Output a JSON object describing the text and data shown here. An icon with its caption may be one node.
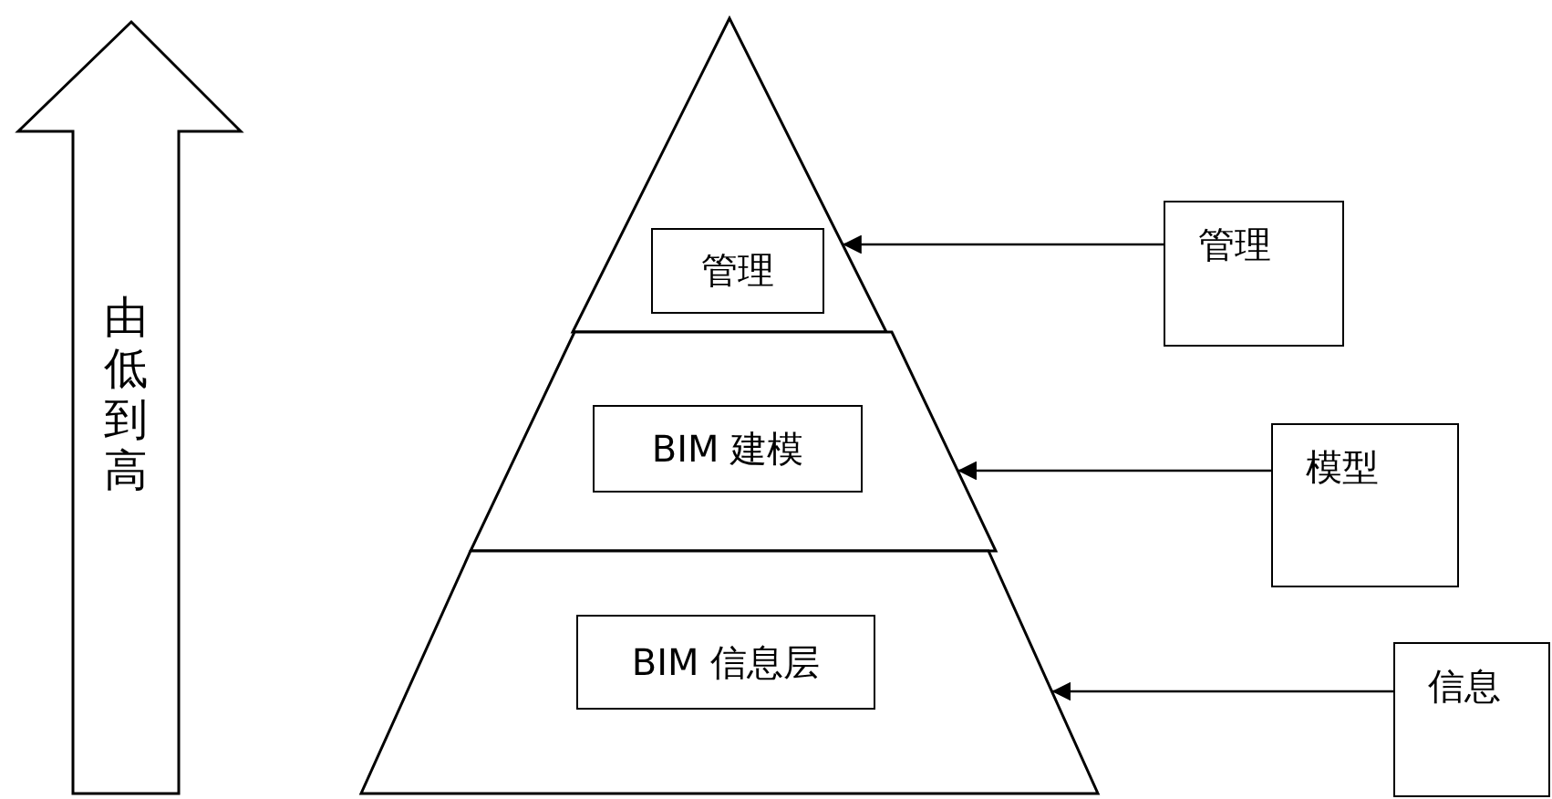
{
  "diagram": {
    "nodes": [
      {
        "text": [],
        "shape": "triangle"
      },
      {
        "text": [
          "管理"
        ],
        "in": 0
      },
      {
        "text": [],
        "shape": "band"
      },
      {
        "text": [
          "BIM 建模"
        ],
        "in": 2
      },
      {
        "text": [],
        "shape": "band"
      },
      {
        "text": [
          "BIM 信息层"
        ],
        "in": 4
      },
      {
        "text": [
          "管理"
        ]
      },
      {
        "text": [
          "模型"
        ]
      },
      {
        "text": [
          "信息"
        ]
      }
    ],
    "edges": [
      {
        "from": 6,
        "to": 0,
        "arrow": "to"
      },
      {
        "from": 7,
        "to": 2,
        "arrow": "to"
      },
      {
        "from": 8,
        "to": 4,
        "arrow": "to"
      }
    ],
    "labels": [
      "由低到高"
    ]
  }
}
